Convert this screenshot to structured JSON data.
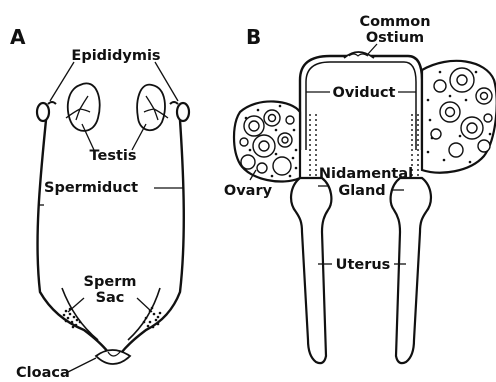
{
  "panel_a": {
    "letter": "A",
    "labels": {
      "epididymis": "Epididymis",
      "testis": "Testis",
      "spermiduct": "Spermiduct",
      "sperm_sac_line1": "Sperm",
      "sperm_sac_line2": "Sac",
      "cloaca": "Cloaca"
    }
  },
  "panel_b": {
    "letter": "B",
    "labels": {
      "common_ostium_line1": "Common",
      "common_ostium_line2": "Ostium",
      "oviduct": "Oviduct",
      "ovary": "Ovary",
      "nidamental_line1": "Nidamental",
      "nidamental_line2": "Gland",
      "uterus": "Uterus"
    }
  },
  "colors": {
    "ink": "#111111",
    "background": "#ffffff"
  }
}
